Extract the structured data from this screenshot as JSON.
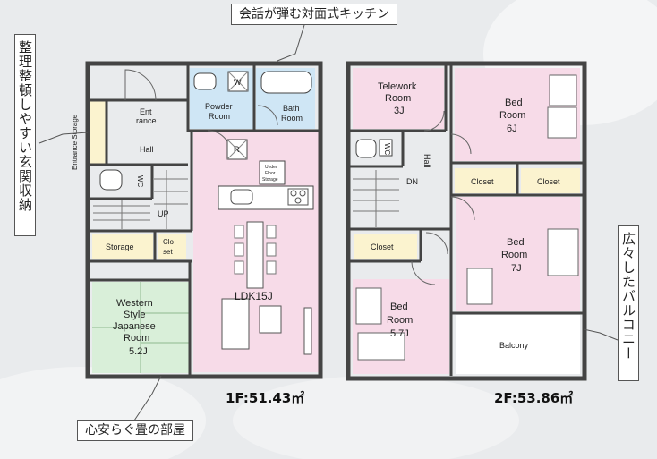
{
  "callouts": {
    "kitchen": "会話が弾む対面式キッチン",
    "entrance_storage": "整理整頓しやすい玄関収納",
    "tatami": "心安らぐ畳の部屋",
    "balcony": "広々したバルコニー"
  },
  "floor1": {
    "area_label": "1F:51.43㎡",
    "rooms": {
      "entrance_storage": "Entrance Storage",
      "entrance_l1": "Ent",
      "entrance_l2": "rance",
      "hall": "Hall",
      "wc": "WC",
      "up": "UP",
      "storage": "Storage",
      "closet_l1": "Clo",
      "closet_l2": "set",
      "powder_l1": "Powder",
      "powder_l2": "Room",
      "washer": "W",
      "bath_l1": "Bath",
      "bath_l2": "Room",
      "fridge": "R",
      "underfloor_l1": "Under",
      "underfloor_l2": "Floor",
      "underfloor_l3": "Storage",
      "ldk": "LDK15J",
      "western_l1": "Western",
      "western_l2": "Style",
      "western_l3": "Japanese",
      "western_l4": "Room",
      "western_l5": "5.2J"
    }
  },
  "floor2": {
    "area_label": "2F:53.86㎡",
    "rooms": {
      "telework_l1": "Telework",
      "telework_l2": "Room",
      "telework_l3": "3J",
      "wc": "WC",
      "hall": "Hall",
      "dn": "DN",
      "bed1_l1": "Bed",
      "bed1_l2": "Room",
      "bed1_l3": "6J",
      "closet_a": "Closet",
      "closet_b": "Closet",
      "bed2_l1": "Bed",
      "bed2_l2": "Room",
      "bed2_l3": "7J",
      "closet_c": "Closet",
      "bed3_l1": "Bed",
      "bed3_l2": "Room",
      "bed3_l3": "5.7J",
      "balcony": "Balcony"
    }
  }
}
